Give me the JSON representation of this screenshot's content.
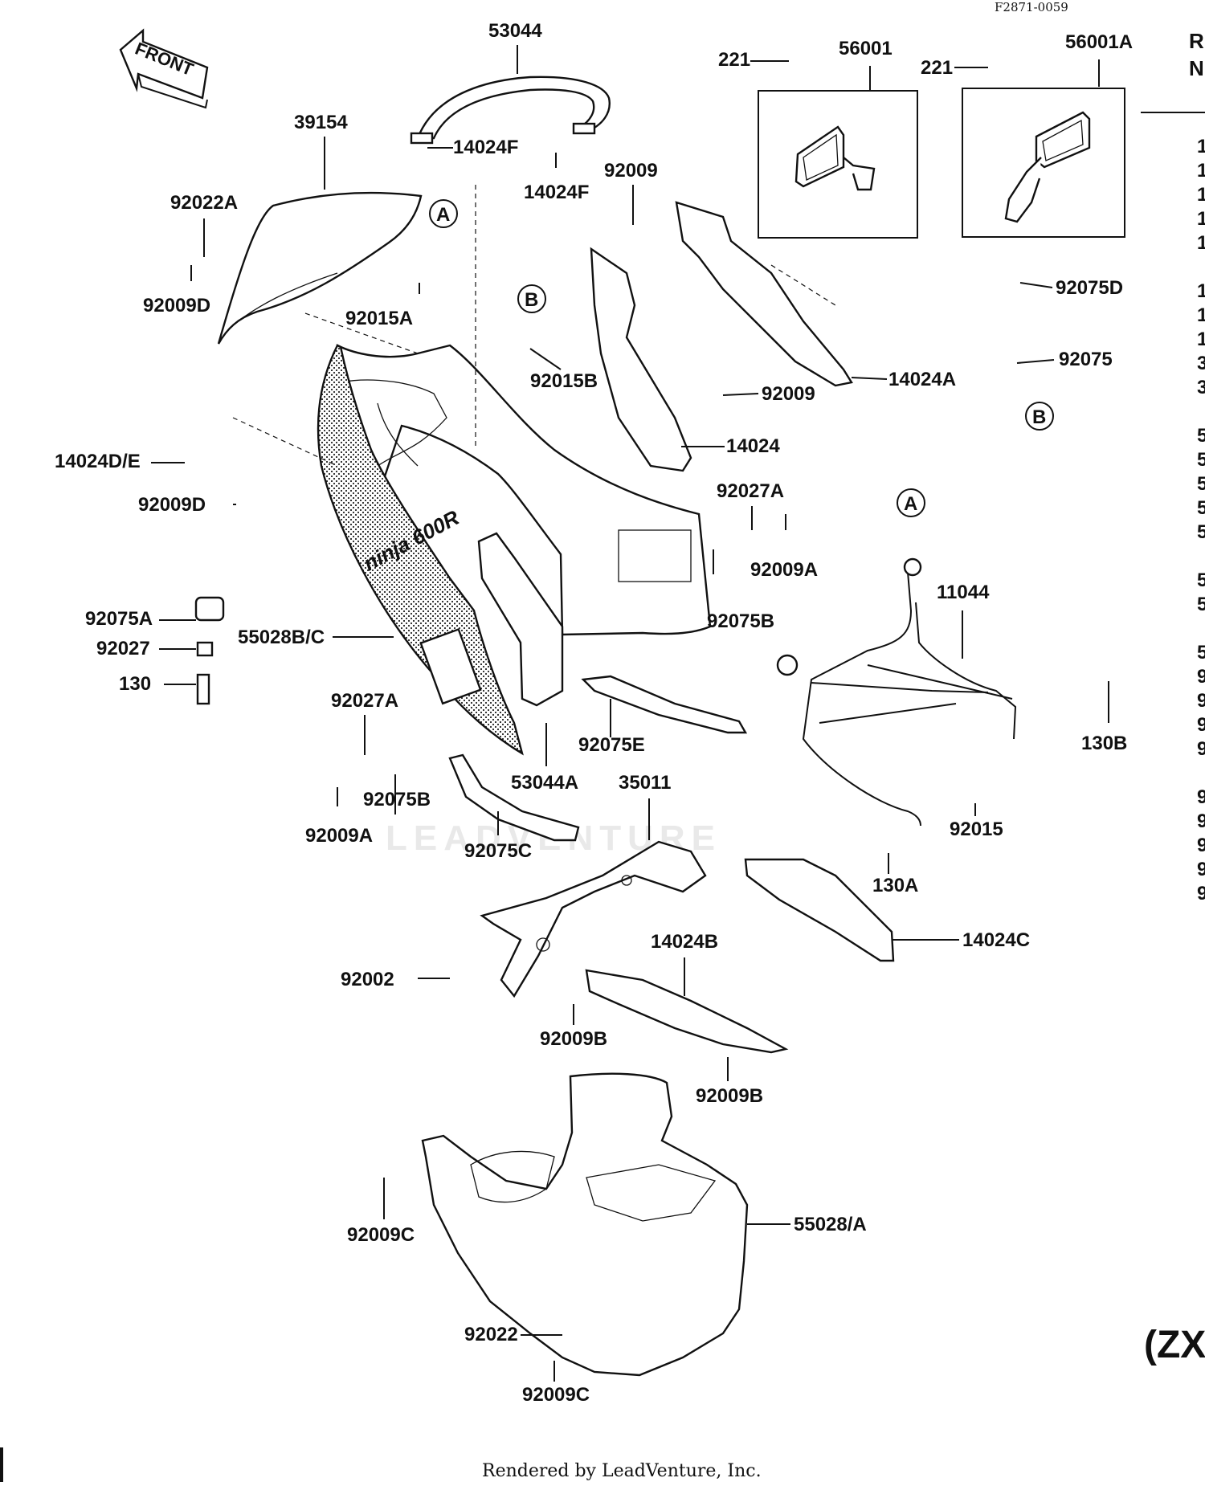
{
  "diagram": {
    "code": "F2871-0059",
    "front_arrow": "FRONT",
    "decal": "ninja 600R",
    "model_suffix": "(ZX",
    "footer": "Rendered by LeadVenture, Inc.",
    "watermark": "LEADVENTURE",
    "callouts": [
      {
        "id": "ref-A",
        "text": "A"
      },
      {
        "id": "ref-B",
        "text": "B"
      }
    ],
    "labels": [
      "53044",
      "56001",
      "56001A",
      "221",
      "221",
      "39154",
      "14024F",
      "14024F",
      "92009",
      "92022A",
      "92009D",
      "92015A",
      "92015B",
      "92075D",
      "92075",
      "14024A",
      "92009",
      "14024",
      "14024D/E",
      "92009D",
      "92027A",
      "92009A",
      "11044",
      "92075A",
      "92027",
      "55028B/C",
      "92075B",
      "130",
      "92027A",
      "92075B",
      "92009A",
      "92075E",
      "53044A",
      "35011",
      "130B",
      "92015",
      "92075C",
      "130A",
      "14024C",
      "14024B",
      "92002",
      "92009B",
      "92009B",
      "92009C",
      "55028/A",
      "92022",
      "92009C"
    ],
    "edge_column_header": [
      "R",
      "N"
    ],
    "edge_column": [
      "1",
      "1",
      "1",
      "1",
      "1",
      "1",
      "1",
      "1",
      "3",
      "3",
      "5",
      "5",
      "5",
      "5",
      "5",
      "5",
      "5",
      "5",
      "9",
      "9",
      "9",
      "9",
      "9",
      "9",
      "9",
      "9",
      "9"
    ]
  }
}
